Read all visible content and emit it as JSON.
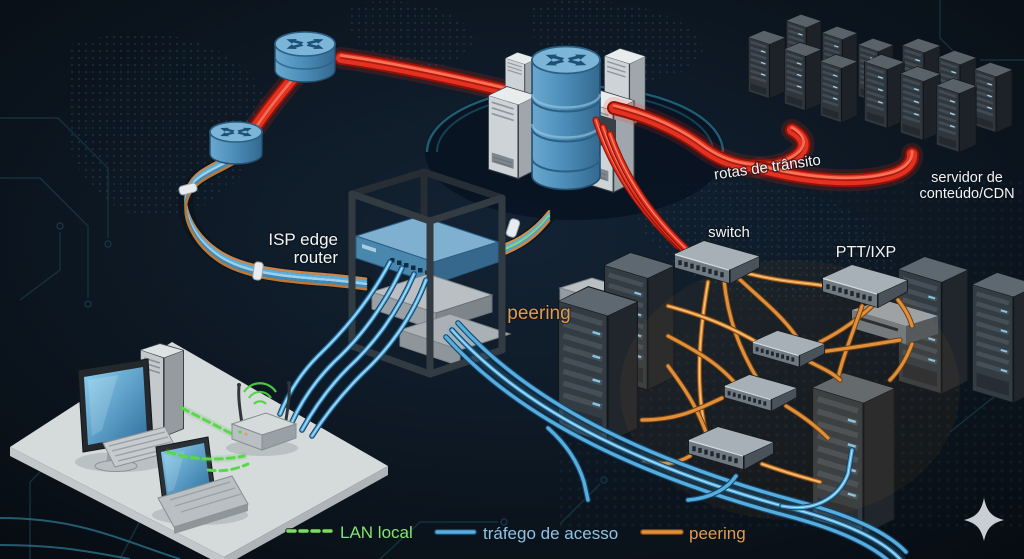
{
  "diagram": {
    "labels": {
      "transit_routes": "rotas de trânsito",
      "cdn_server_line1": "servidor de",
      "cdn_server_line2": "conteúdo/CDN",
      "isp_edge_router_line1": "ISP edge",
      "isp_edge_router_line2": "router",
      "switch_label": "switch",
      "ptt_ixp": "PTT/IXP",
      "peering_area": "peering"
    },
    "legend": {
      "items": [
        {
          "label": "LAN local",
          "color": "#84e46e",
          "line_color": "#79df63",
          "style": "dashed"
        },
        {
          "label": "tráfego de acesso",
          "color": "#8fc3e4",
          "line_color": "#58aede",
          "style": "solid"
        },
        {
          "label": "peering",
          "color": "#e09a50",
          "line_color": "#e08f3c",
          "style": "solid"
        }
      ]
    },
    "colors": {
      "background": "#0b141d",
      "transit_red": "#e53122",
      "access_blue": "#55aede",
      "peering_orange": "#e08f3c",
      "lan_green": "#58d84a",
      "label_white": "#f2f4f6",
      "peering_label_orange": "#e09a50"
    },
    "icons": {
      "sparkle": "four-point-star",
      "router": "cisco-router-cylinder",
      "wifi": "wifi-arcs"
    }
  }
}
